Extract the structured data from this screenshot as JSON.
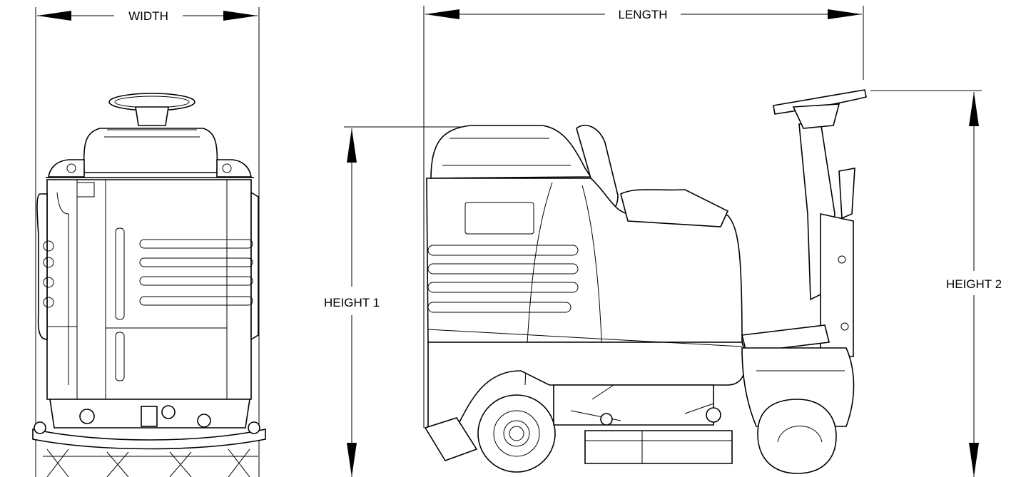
{
  "labels": {
    "width": "WIDTH",
    "length": "LENGTH",
    "height1": "HEIGHT 1",
    "height2": "HEIGHT 2"
  },
  "colors": {
    "line": "#000000",
    "background": "#ffffff"
  }
}
